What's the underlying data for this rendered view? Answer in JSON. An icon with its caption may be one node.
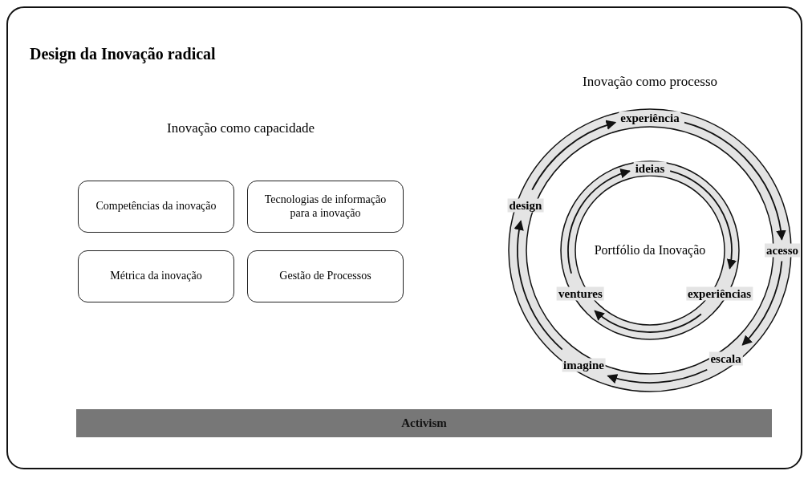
{
  "diagram": {
    "title": "Design da Inovação radical",
    "nodes": [
      {
        "text": [
          "Competências da inovação"
        ]
      },
      {
        "text": [
          "Tecnologias de informação para a inovação"
        ]
      },
      {
        "text": [
          "Métrica da inovação"
        ]
      },
      {
        "text": [
          "Gestão de Processos"
        ]
      },
      {
        "text": [
          "experiência"
        ]
      },
      {
        "text": [
          "acesso"
        ]
      },
      {
        "text": [
          "escala"
        ]
      },
      {
        "text": [
          "imagine"
        ]
      },
      {
        "text": [
          "design"
        ]
      },
      {
        "text": [
          "ideias"
        ]
      },
      {
        "text": [
          "experiências"
        ]
      },
      {
        "text": [
          "ventures"
        ]
      },
      {
        "text": [
          "Portfólio da Inovação"
        ]
      },
      {
        "text": [
          "Activism"
        ]
      }
    ],
    "edges": [
      {
        "from": 4,
        "to": 5,
        "arrow": "to"
      },
      {
        "from": 5,
        "to": 6,
        "arrow": "to"
      },
      {
        "from": 6,
        "to": 7,
        "arrow": "to"
      },
      {
        "from": 7,
        "to": 8,
        "arrow": "to"
      },
      {
        "from": 8,
        "to": 4,
        "arrow": "to"
      },
      {
        "from": 9,
        "to": 10,
        "arrow": "to"
      },
      {
        "from": 10,
        "to": 11,
        "arrow": "to"
      },
      {
        "from": 11,
        "to": 9,
        "arrow": "to"
      }
    ],
    "labels": [
      "Inovação como processo",
      "Inovação como capacidade"
    ]
  }
}
